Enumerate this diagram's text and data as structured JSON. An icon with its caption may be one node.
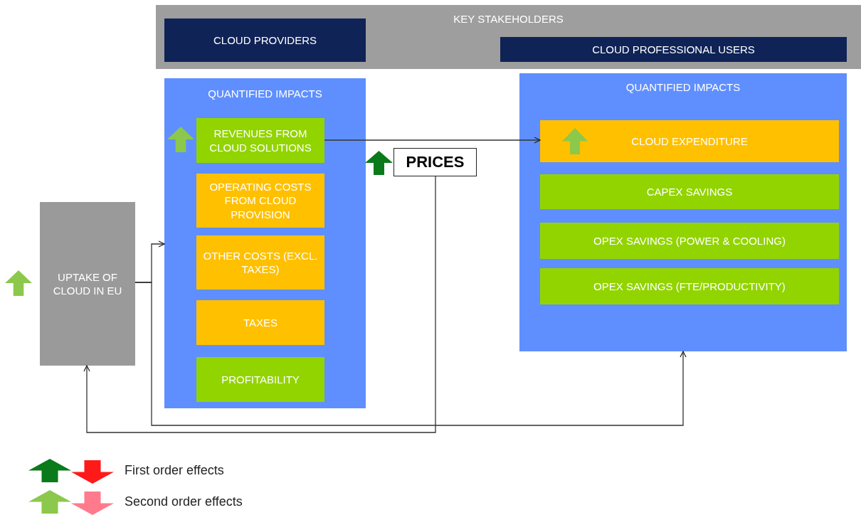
{
  "diagram": {
    "nodes": [
      {
        "text": [
          "KEY STAKEHOLDERS"
        ]
      },
      {
        "text": [
          "CLOUD PROVIDERS"
        ],
        "in": 0
      },
      {
        "text": [
          "CLOUD PROFESSIONAL USERS"
        ],
        "in": 0
      },
      {
        "text": [
          "QUANTIFIED IMPACTS"
        ]
      },
      {
        "text": [
          "REVENUES FROM CLOUD SOLUTIONS"
        ],
        "in": 3
      },
      {
        "text": [
          "OPERATING COSTS FROM CLOUD PROVISION"
        ],
        "in": 3
      },
      {
        "text": [
          "OTHER COSTS (EXCL. TAXES)"
        ],
        "in": 3
      },
      {
        "text": [
          "TAXES"
        ],
        "in": 3
      },
      {
        "text": [
          "PROFITABILITY"
        ],
        "in": 3
      },
      {
        "text": [
          "PRICES"
        ]
      },
      {
        "text": [
          "QUANTIFIED IMPACTS"
        ]
      },
      {
        "text": [
          "CLOUD EXPENDITURE"
        ],
        "in": 10
      },
      {
        "text": [
          "CAPEX SAVINGS"
        ],
        "in": 10
      },
      {
        "text": [
          "OPEX SAVINGS (POWER & COOLING)"
        ],
        "in": 10
      },
      {
        "text": [
          "OPEX SAVINGS (FTE/PRODUCTIVITY)"
        ],
        "in": 10
      },
      {
        "text": [
          "UPTAKE OF CLOUD IN EU"
        ]
      }
    ],
    "edges": [
      {
        "from": 15,
        "to": 3,
        "arrow": "to"
      },
      {
        "from": 15,
        "to": 10,
        "arrow": "to"
      },
      {
        "from": 4,
        "to": 11,
        "arrow": "to"
      },
      {
        "from": 9,
        "to": 15,
        "arrow": "to"
      }
    ],
    "legend": [
      {
        "text": "First order effects"
      },
      {
        "text": "Second order effects"
      }
    ]
  }
}
